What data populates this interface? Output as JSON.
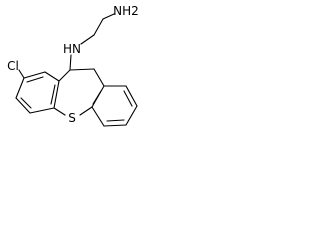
{
  "molecule": {
    "atom_labels": {
      "amine_terminal": "NH2",
      "amine_secondary": "HN",
      "chlorine": "Cl",
      "sulfur": "S"
    }
  }
}
